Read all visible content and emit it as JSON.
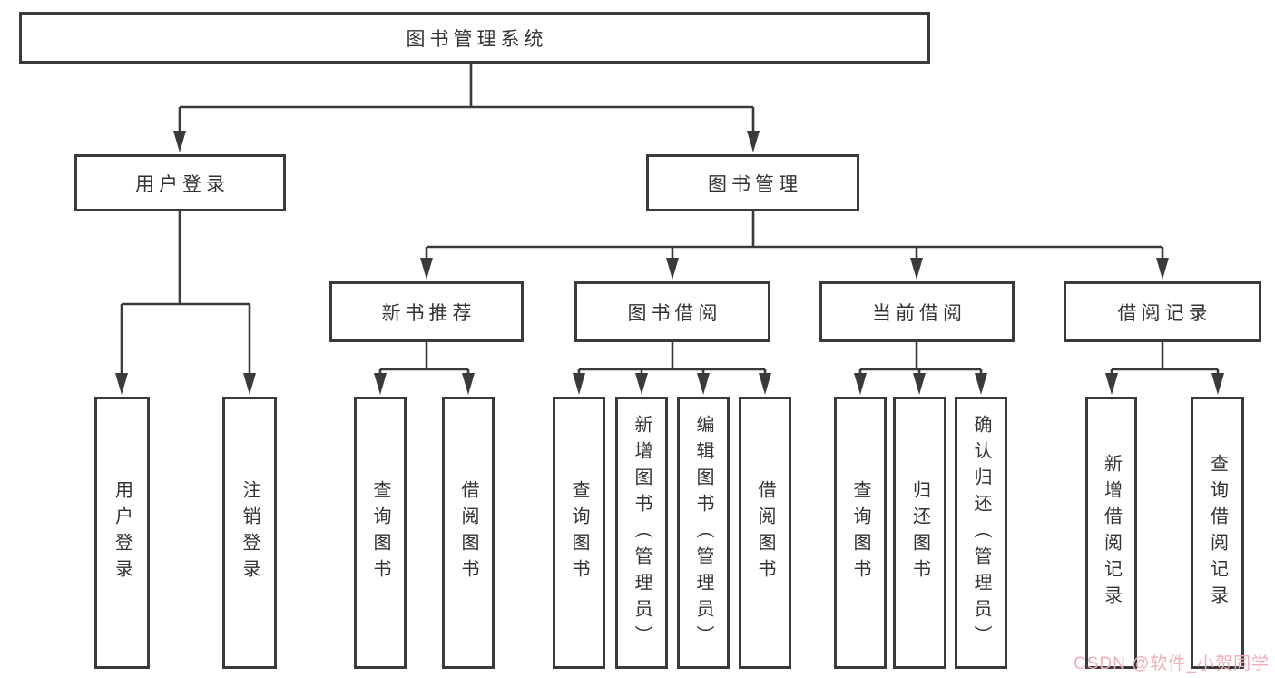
{
  "diagram": {
    "root": {
      "label": "图书管理系统"
    },
    "branches": [
      {
        "label": "用户登录",
        "children": [
          {
            "label": "用户登录"
          },
          {
            "label": "注销登录"
          }
        ]
      },
      {
        "label": "图书管理",
        "children": [
          {
            "label": "新书推荐",
            "children": [
              {
                "label": "查询图书"
              },
              {
                "label": "借阅图书"
              }
            ]
          },
          {
            "label": "图书借阅",
            "children": [
              {
                "label": "查询图书"
              },
              {
                "label": "新增图书（管理员）"
              },
              {
                "label": "编辑图书（管理员）"
              },
              {
                "label": "借阅图书"
              }
            ]
          },
          {
            "label": "当前借阅",
            "children": [
              {
                "label": "查询图书"
              },
              {
                "label": "归还图书"
              },
              {
                "label": "确认归还（管理员）"
              }
            ]
          },
          {
            "label": "借阅记录",
            "children": [
              {
                "label": "新增借阅记录"
              },
              {
                "label": "查询借阅记录"
              }
            ]
          }
        ]
      }
    ]
  },
  "watermark": {
    "text": "CSDN @软件_小贺同学"
  },
  "colors": {
    "line": "#3a3a3a",
    "text": "#333333",
    "background": "#ffffff",
    "watermark": "#eeafb8"
  }
}
